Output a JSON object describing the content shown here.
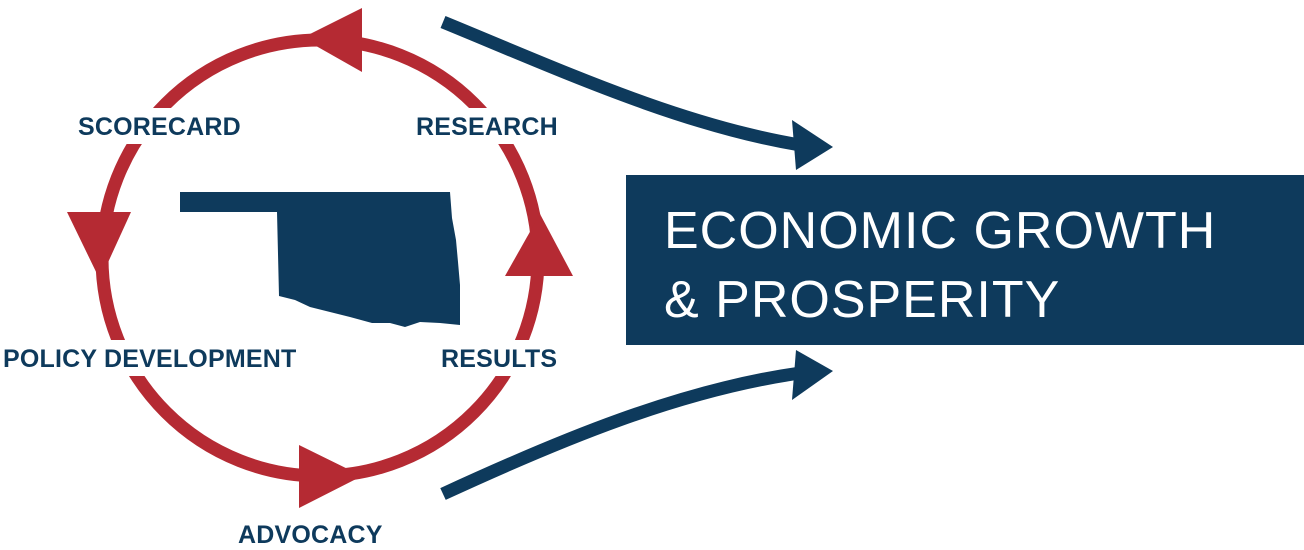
{
  "cycle": {
    "stages": {
      "research": "RESEARCH",
      "results": "RESULTS",
      "advocacy": "ADVOCACY",
      "policy_development": "POLICY DEVELOPMENT",
      "scorecard": "SCORECARD"
    },
    "map_icon": "oklahoma-state-map-icon"
  },
  "outcome": {
    "line1": "ECONOMIC GROWTH",
    "line2": "& PROSPERITY"
  },
  "colors": {
    "cycle_red": "#b52a33",
    "navy": "#0e3a5c",
    "box_text": "#ffffff"
  }
}
